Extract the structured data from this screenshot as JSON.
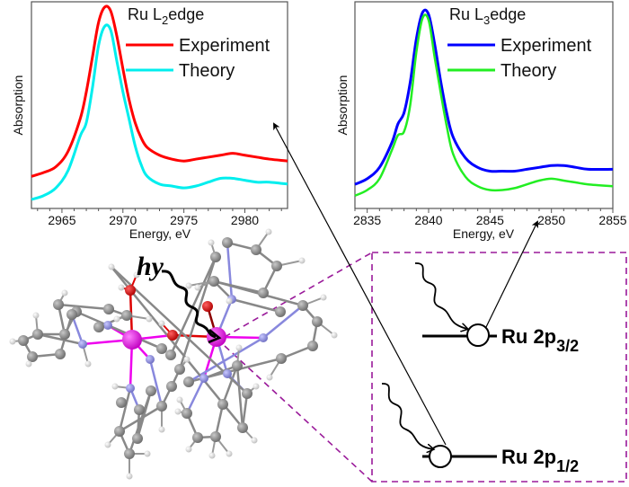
{
  "figure": {
    "photon_label": "hν",
    "photon_label_rendered": "hy",
    "levels": [
      {
        "label_main": "Ru 2p",
        "label_sub": "3/2"
      },
      {
        "label_main": "Ru 2p",
        "label_sub": "1/2"
      }
    ],
    "colors": {
      "l2_experiment": "#ff0000",
      "l2_theory": "#00eeee",
      "l3_experiment": "#0000ff",
      "l3_theory": "#22ee22",
      "zoom_box": "#9a1a9a",
      "ruthenium": "#ee00ee",
      "oxygen": "#dd0000",
      "nitrogen": "#8888dd",
      "carbon": "#808080",
      "hydrogen": "#ffffff"
    }
  },
  "chart_data": [
    {
      "type": "line",
      "title_main": "Ru L",
      "title_sub": "2",
      "title_rest": "edge",
      "title": "Ru L2 edge",
      "xlabel": "Energy, eV",
      "ylabel": "Absorption",
      "xlim": [
        2962.5,
        2983.5
      ],
      "xticks": [
        2965,
        2970,
        2975,
        2980
      ],
      "xtick_labels": [
        "2965",
        "2970",
        "2975",
        "2980"
      ],
      "ylim": [
        0,
        1
      ],
      "yticks": [],
      "grid": false,
      "legend": [
        "Experiment",
        "Theory"
      ],
      "legend_position": "upper right",
      "x": [
        2962.5,
        2963.5,
        2964.5,
        2965.5,
        2966.5,
        2967.0,
        2967.5,
        2968.0,
        2968.5,
        2969.0,
        2969.5,
        2970.0,
        2970.5,
        2971.0,
        2971.5,
        2972.0,
        2973.0,
        2974.0,
        2975.0,
        2976.0,
        2977.0,
        2978.0,
        2979.0,
        2980.0,
        2981.0,
        2982.0,
        2983.5
      ],
      "series": [
        {
          "name": "Experiment",
          "values": [
            0.12,
            0.14,
            0.17,
            0.25,
            0.42,
            0.56,
            0.74,
            0.92,
            1.0,
            0.98,
            0.85,
            0.68,
            0.52,
            0.4,
            0.32,
            0.27,
            0.23,
            0.21,
            0.2,
            0.21,
            0.22,
            0.23,
            0.24,
            0.23,
            0.22,
            0.21,
            0.2
          ]
        },
        {
          "name": "Theory",
          "values": [
            0.0,
            0.02,
            0.06,
            0.15,
            0.33,
            0.4,
            0.58,
            0.8,
            0.9,
            0.88,
            0.72,
            0.56,
            0.42,
            0.28,
            0.18,
            0.12,
            0.08,
            0.07,
            0.06,
            0.07,
            0.09,
            0.11,
            0.11,
            0.1,
            0.09,
            0.09,
            0.08
          ]
        }
      ]
    },
    {
      "type": "line",
      "title_main": "Ru L",
      "title_sub": "3",
      "title_rest": "edge",
      "title": "Ru L3 edge",
      "xlabel": "Energy, eV",
      "ylabel": "Absorption",
      "xlim": [
        2834,
        2855
      ],
      "xticks": [
        2835,
        2840,
        2845,
        2850,
        2855
      ],
      "xtick_labels": [
        "2835",
        "2840",
        "2845",
        "2850",
        "2855"
      ],
      "ylim": [
        0,
        1
      ],
      "yticks": [],
      "grid": false,
      "legend": [
        "Experiment",
        "Theory"
      ],
      "legend_position": "upper right",
      "x": [
        2834,
        2835,
        2836,
        2837,
        2837.5,
        2838,
        2838.5,
        2839,
        2839.5,
        2840,
        2840.5,
        2841,
        2841.5,
        2842,
        2843,
        2844,
        2845,
        2846,
        2847,
        2848,
        2849,
        2850,
        2851,
        2852,
        2853,
        2855
      ],
      "series": [
        {
          "name": "Experiment",
          "values": [
            0.08,
            0.11,
            0.17,
            0.3,
            0.4,
            0.46,
            0.62,
            0.85,
            0.99,
            0.98,
            0.82,
            0.62,
            0.45,
            0.33,
            0.22,
            0.17,
            0.15,
            0.15,
            0.15,
            0.16,
            0.17,
            0.18,
            0.18,
            0.17,
            0.16,
            0.16
          ]
        },
        {
          "name": "Theory",
          "values": [
            0.02,
            0.05,
            0.11,
            0.26,
            0.34,
            0.36,
            0.5,
            0.78,
            0.96,
            0.95,
            0.75,
            0.56,
            0.38,
            0.24,
            0.12,
            0.07,
            0.05,
            0.05,
            0.06,
            0.08,
            0.1,
            0.11,
            0.1,
            0.09,
            0.08,
            0.07
          ]
        }
      ]
    }
  ]
}
